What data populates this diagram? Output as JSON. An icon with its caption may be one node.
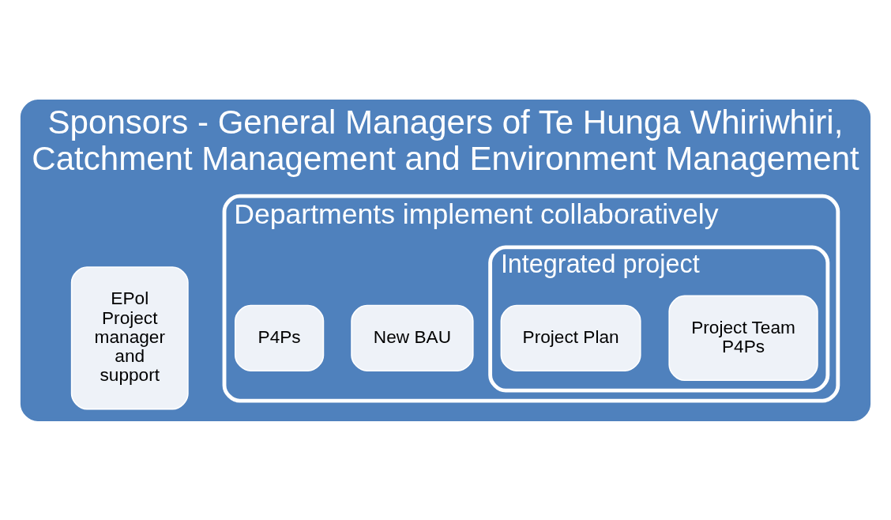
{
  "diagram": {
    "nodes": [
      {
        "text": [
          "Sponsors - General Managers of Te Hunga Whiriwhiri, Catchment Management and Environment Management"
        ]
      },
      {
        "text": [
          "EPol",
          "Project manager and support"
        ],
        "in": 0
      },
      {
        "text": [
          "Departments implement collaboratively"
        ],
        "in": 0
      },
      {
        "text": [
          "New BAU"
        ],
        "in": 2
      },
      {
        "text": [
          "P4Ps"
        ],
        "in": 2
      },
      {
        "text": [
          "Integrated project"
        ],
        "in": 2
      },
      {
        "text": [
          "Project Team",
          "P4Ps"
        ],
        "in": 5
      },
      {
        "text": [
          "Project Plan"
        ],
        "in": 5
      }
    ]
  }
}
